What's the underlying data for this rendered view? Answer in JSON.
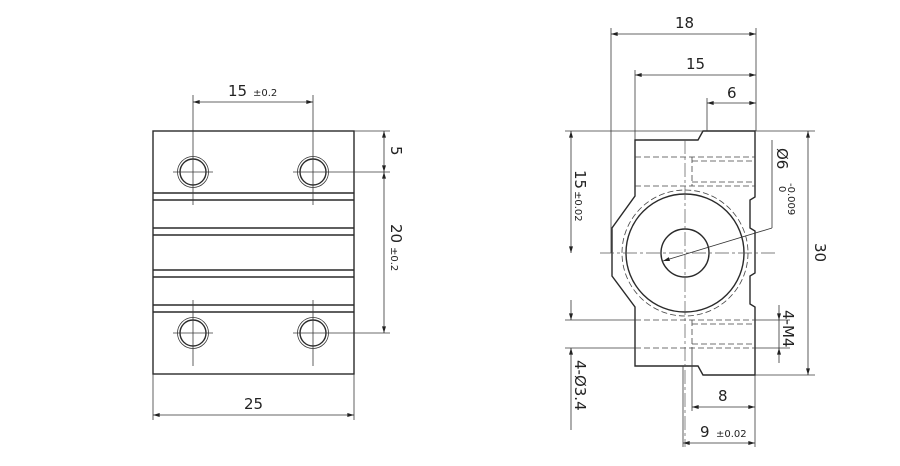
{
  "front_view": {
    "hole_spacing": {
      "value": "15",
      "tol": "±0.2"
    },
    "edge_to_hole": {
      "value": "5"
    },
    "hole_pitch_vertical": {
      "value": "20",
      "tol": "±0.2"
    },
    "width": {
      "value": "25"
    }
  },
  "side_view": {
    "overall_width": {
      "value": "18"
    },
    "body_width": {
      "value": "15"
    },
    "top_step": {
      "value": "6"
    },
    "center_height": {
      "value": "15",
      "tol": "±0.02"
    },
    "overall_height": {
      "value": "30"
    },
    "bore": {
      "value": "Ø6",
      "tol_upper": "0",
      "tol_lower": "-0.009"
    },
    "thread": {
      "value": "4-M4"
    },
    "through_hole": {
      "value": "4-Ø3.4"
    },
    "bottom_offset": {
      "value": "8"
    },
    "hole_offset": {
      "value": "9",
      "tol": "±0.02"
    }
  }
}
